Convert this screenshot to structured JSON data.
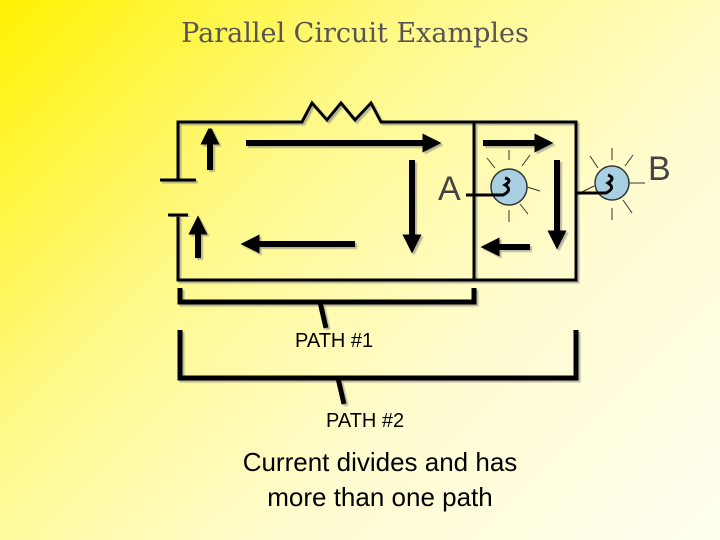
{
  "title": "Parallel Circuit Examples",
  "labels": {
    "bulb_a": "A",
    "bulb_b": "B",
    "path_1": "PATH #1",
    "path_2": "PATH #2",
    "caption_line1": "Current divides and has",
    "caption_line2": "more than one path"
  },
  "colors": {
    "wire": "#000000",
    "bulb_fill": "#a9cfe3",
    "bulb_ray": "#333333",
    "resistor": "#000000",
    "title": "#555555"
  },
  "icons": [
    "battery-icon",
    "resistor-icon",
    "light-bulb-icon",
    "current-arrow-icon",
    "bracket-icon"
  ]
}
